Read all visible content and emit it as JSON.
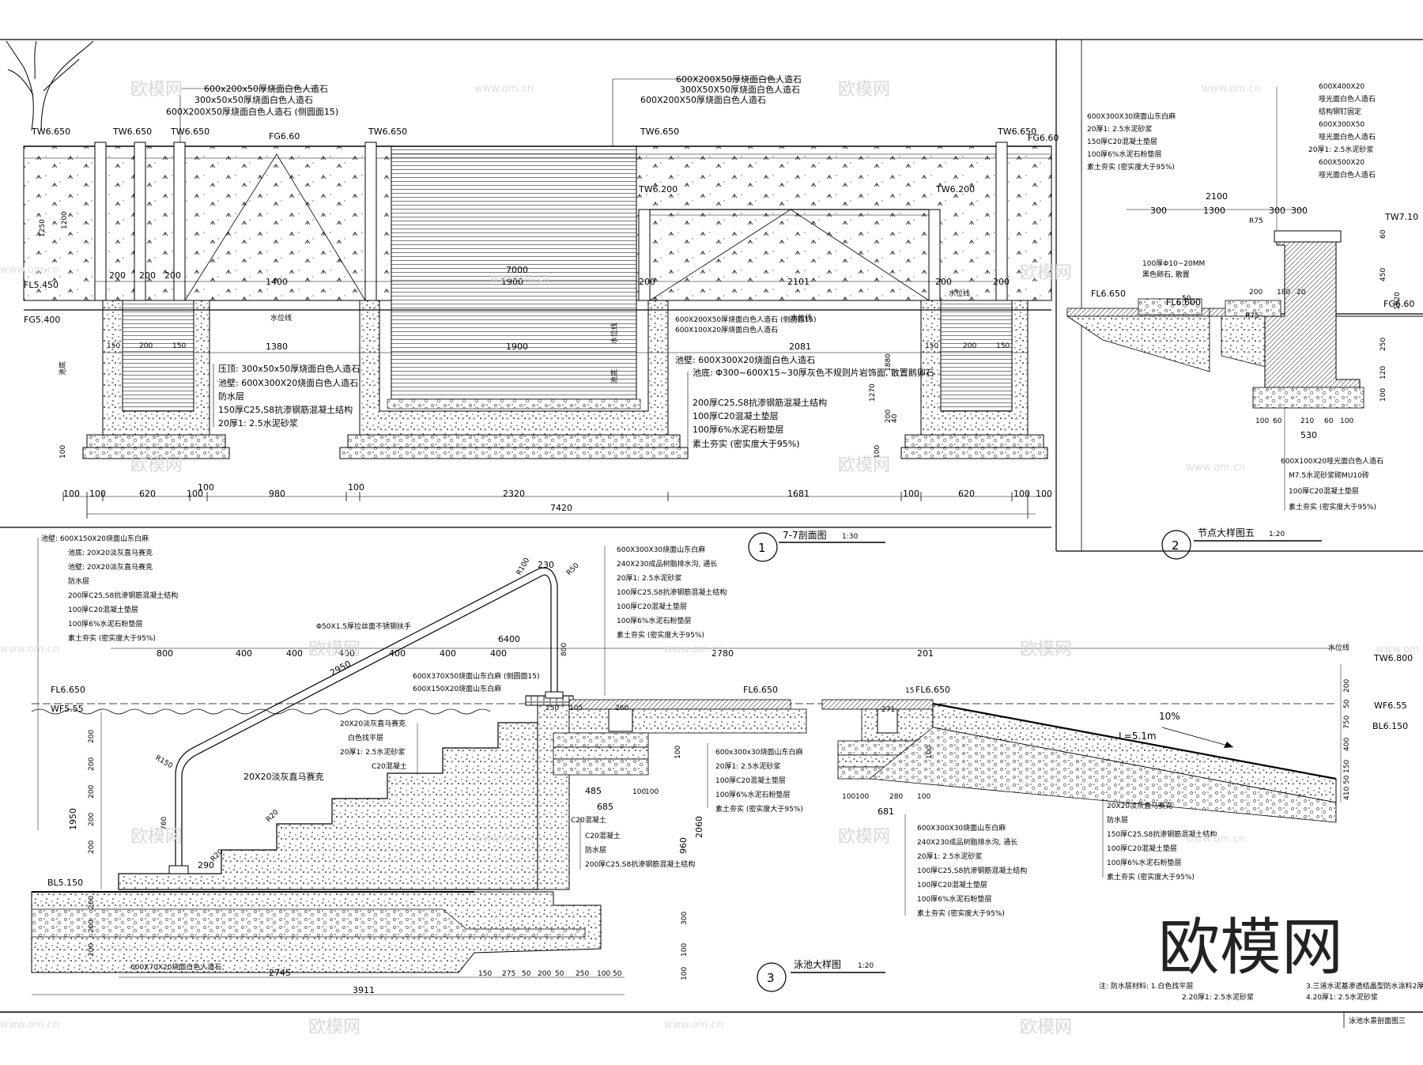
{
  "watermark": {
    "text": "欧模网",
    "url": "www.om.cn",
    "brand": "欧模网"
  },
  "sheet": {
    "caption": "泳池水景剖面图三"
  },
  "section1": {
    "number": "1",
    "title": "7-7剖面图",
    "scale": "1:30",
    "elevations": [
      "TW6.650",
      "TW6.650",
      "TW6.650",
      "FG6.60",
      "TW6.650",
      "TW6.650",
      "TW6.650",
      "FG6.60",
      "TW6.200",
      "TW6.200",
      "FL5.450",
      "FG5.400"
    ],
    "top_callout": [
      "600X200X50厚烧面白色人造石",
      "300X50X50厚烧面白色人造石",
      "600X200X50厚烧面白色人造石"
    ],
    "left_callout": [
      "600x200x50厚烧面白色人造石",
      "300x50x50厚烧面白色人造石",
      "600X200X50厚烧面白色人造石 (侧圆面15)"
    ],
    "right_callout": [
      "600X200X50厚烧面白色人造石 (侧圆面15)",
      "600X100X20厚烧面白色人造石",
      "池壁: 600X300X20烧面白色人造石"
    ],
    "wall_callout": [
      "压顶: 300x50x50厚烧面白色人造石",
      "池壁: 600X300X20烧面白色人造石",
      "防水层",
      "150厚C25,S8抗渗钢筋混凝土结构",
      "20厚1: 2.5水泥砂浆"
    ],
    "bottom_callout": [
      "池底: Φ300~600X15~30厚灰色不规则片岩饰面, 散置鹅卵石",
      "200厚C25,S8抗渗钢筋混凝土结构",
      "100厚C20混凝土垫层",
      "100厚6%水泥石粉垫层",
      "素土夯实 (密实度大于95%)"
    ],
    "dims_upper": [
      "200",
      "200",
      "200",
      "1400",
      "7000",
      "1900",
      "200",
      "2101",
      "200",
      "200"
    ],
    "dims_mid": [
      "1380",
      "1900",
      "2081",
      "150",
      "200",
      "150",
      "150",
      "200",
      "150"
    ],
    "dims_bottom": [
      "100",
      "100",
      "620",
      "100",
      "100",
      "980",
      "100",
      "2320",
      "1681",
      "100",
      "620",
      "100",
      "100"
    ],
    "dim_total": "7420",
    "vertical_dims": [
      "1250",
      "1200",
      "1270",
      "1880",
      "200",
      "40",
      "100",
      "100"
    ],
    "labels": [
      "水位线",
      "池底",
      "水位线",
      "水位线",
      "水位线",
      "池底"
    ]
  },
  "section2": {
    "number": "2",
    "title": "节点大样图五",
    "scale": "1:20",
    "callout_left": [
      "600X300X30烧面山东白麻",
      "20厚1: 2.5水泥砂浆",
      "150厚C20混凝土垫层",
      "100厚6%水泥石粉垫层",
      "素土夯实 (密实度大于95%)"
    ],
    "callout_right": [
      "600X400X20",
      "哑光面白色人造石",
      "结构钢钉固定",
      "600X300X50",
      "哑光面白色人造石",
      "20厚1: 2.5水泥砂浆",
      "600X500X20",
      "哑光面白色人造石"
    ],
    "callout_bottom": [
      "600X100X20哑光面白色人造石",
      "M7.5水泥砂浆砌MU10砖",
      "100厚C20混凝土垫层",
      "素土夯实 (密实度大于95%)"
    ],
    "pebble_note": [
      "100厚Φ10~20MM",
      "黑色卵石, 散置"
    ],
    "elevations": [
      "TW7.10",
      "FG6.60",
      "FL6.650",
      "FL6.600"
    ],
    "dims_top": [
      "2100",
      "300",
      "1300",
      "300",
      "300"
    ],
    "dims_mid": [
      "R75",
      "50",
      "200",
      "180",
      "20",
      "R75"
    ],
    "dims_bottom": [
      "100",
      "60",
      "210",
      "60",
      "100",
      "530"
    ],
    "vertical_dims": [
      "60",
      "450",
      "1020",
      "250",
      "120",
      "100"
    ]
  },
  "section3": {
    "number": "3",
    "title": "泳池大样图",
    "scale": "1:20",
    "callout_stair": [
      "池壁: 600X150X20烧面山东白麻",
      "池底: 20X20淡灰直马赛克",
      "池壁: 20X20淡灰直马赛克",
      "防水层",
      "200厚C25,S8抗渗钢筋混凝土结构",
      "100厚C20混凝土垫层",
      "100厚6%水泥石粉垫层",
      "素土夯实 (密实度大于95%)"
    ],
    "callout_top": [
      "600X300X30烧面山东白麻",
      "240X230成品树脂排水沟, 通长",
      "20厚1: 2.5水泥砂浆",
      "100厚C25,S8抗渗钢筋混凝土结构",
      "100厚C20混凝土垫层",
      "100厚6%水泥石粉垫层",
      "素土夯实 (密实度大于95%)"
    ],
    "callout_edge": [
      "600X370X50烧面山东白麻 (侧圆面15)",
      "600X150X20烧面山东白麻"
    ],
    "callout_steps": [
      "20X20淡灰直马赛克",
      "白色找平层",
      "20厚1: 2.5水泥砂浆",
      "C20混凝土"
    ],
    "callout_mid": [
      "600x300x30烧面山东白麻",
      "20厚1: 2.5水泥砂浆",
      "100厚C20混凝土垫层",
      "100厚6%水泥石粉垫层",
      "素土夯实 (密实度大于95%)"
    ],
    "callout_wall": [
      "C20混凝土",
      "C20混凝土",
      "防水层",
      "200厚C25,S8抗渗钢筋混凝土结构"
    ],
    "callout_drain": [
      "600X300X30烧面山东白麻",
      "240X230成品树脂排水沟, 通长",
      "20厚1: 2.5水泥砂浆",
      "100厚C25,S8抗渗钢筋混凝土结构",
      "100厚C20混凝土垫层",
      "100厚6%水泥石粉垫层",
      "素土夯实 (密实度大于95%)"
    ],
    "callout_slope": [
      "20X20淡灰直马赛克",
      "防水层",
      "150厚C25,S8抗渗钢筋混凝土结构",
      "100厚C20混凝土垫层",
      "100厚6%水泥石粉垫层",
      "素土夯实 (密实度大于95%)"
    ],
    "handrail": "Φ50X1.5厚拉丝面不锈钢扶手",
    "bottom_label": "600X70X20烧面白色人造石",
    "label_stair2": "20X20淡灰直马赛克",
    "elevations": [
      "FL6.650",
      "WF5.55",
      "BL5.150",
      "FL6.650",
      "FL6.650",
      "TW6.800",
      "WF6.55",
      "BL6.150"
    ],
    "slope": [
      "10%",
      "L=5.1m"
    ],
    "dims_top": [
      "6400",
      "800",
      "400",
      "400",
      "400",
      "400",
      "400",
      "400",
      "2780",
      "201"
    ],
    "dims_rail": [
      "R100",
      "230",
      "R50",
      "2950",
      "R150",
      "R20",
      "R20",
      "290"
    ],
    "dims_vert_left": [
      "200",
      "200",
      "200",
      "200",
      "200",
      "1950",
      "200",
      "200",
      "200",
      "760"
    ],
    "dims_vert_mid": [
      "800",
      "960",
      "2060",
      "300",
      "100",
      "100",
      "100",
      "100"
    ],
    "dims_vert_right": [
      "200",
      "50",
      "750",
      "400",
      "150",
      "50",
      "410"
    ],
    "dims_bottom": [
      "2745",
      "3911",
      "150",
      "275",
      "50",
      "200",
      "50",
      "250",
      "100",
      "50"
    ],
    "dims_drain1": [
      "485",
      "685",
      "250",
      "105",
      "260",
      "100",
      "100"
    ],
    "dims_drain2": [
      "100",
      "100",
      "280",
      "100",
      "681",
      "15",
      "271"
    ],
    "label_pool": "水位线",
    "notes": [
      "注: 防水层材料: 1.白色找平层",
      "2.20厚1: 2.5水泥砂浆",
      "3.三道水泥基渗透结晶型防水涂料2厚",
      "4.20厚1: 2.5水泥砂浆"
    ]
  }
}
